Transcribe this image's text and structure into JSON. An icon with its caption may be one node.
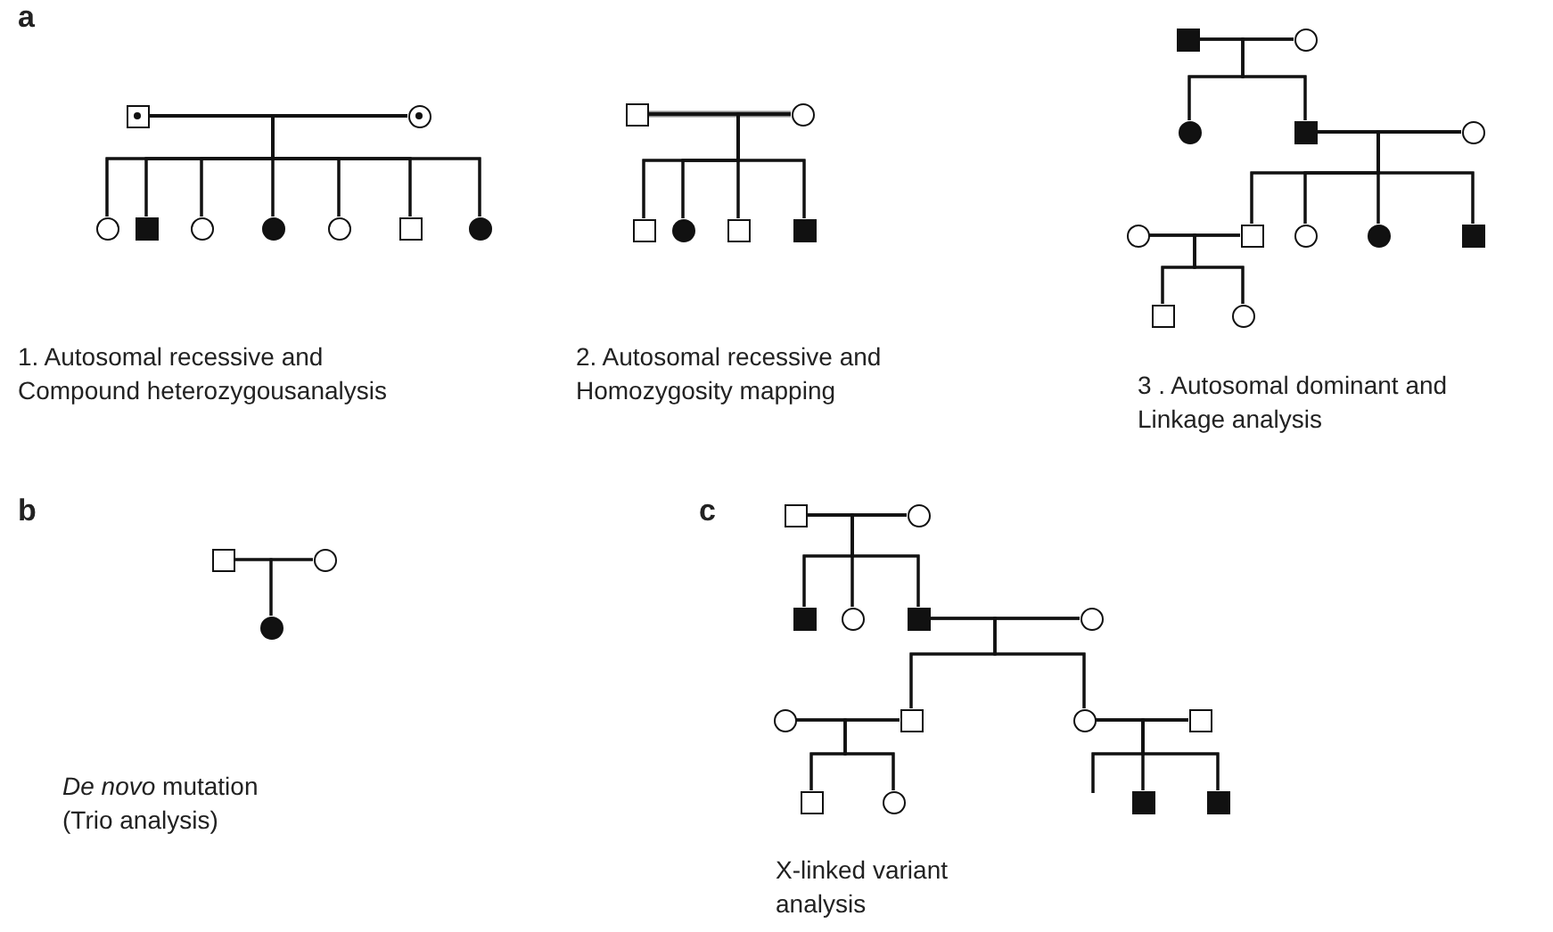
{
  "diagram": {
    "nodes": [
      {
        "text": [],
        "shape": "dotted-square"
      },
      {
        "text": [],
        "shape": "dotted-circle"
      },
      {
        "text": [],
        "shape": "circle"
      },
      {
        "text": [],
        "shape": "filled-square"
      },
      {
        "text": [],
        "shape": "circle"
      },
      {
        "text": [],
        "shape": "filled-circle"
      },
      {
        "text": [],
        "shape": "circle"
      },
      {
        "text": [],
        "shape": "square"
      },
      {
        "text": [],
        "shape": "filled-circle"
      },
      {
        "text": [],
        "shape": "square"
      },
      {
        "text": [],
        "shape": "circle"
      },
      {
        "text": [],
        "shape": "square"
      },
      {
        "text": [],
        "shape": "filled-circle"
      },
      {
        "text": [],
        "shape": "square"
      },
      {
        "text": [],
        "shape": "filled-square"
      },
      {
        "text": [],
        "shape": "filled-square"
      },
      {
        "text": [],
        "shape": "circle"
      },
      {
        "text": [],
        "shape": "filled-circle"
      },
      {
        "text": [],
        "shape": "filled-square"
      },
      {
        "text": [],
        "shape": "circle"
      },
      {
        "text": [],
        "shape": "circle"
      },
      {
        "text": [],
        "shape": "square"
      },
      {
        "text": [],
        "shape": "circle"
      },
      {
        "text": [],
        "shape": "filled-circle"
      },
      {
        "text": [],
        "shape": "filled-square"
      },
      {
        "text": [],
        "shape": "square"
      },
      {
        "text": [],
        "shape": "circle"
      },
      {
        "text": [],
        "shape": "square"
      },
      {
        "text": [],
        "shape": "circle"
      },
      {
        "text": [],
        "shape": "filled-circle"
      },
      {
        "text": [],
        "shape": "square"
      },
      {
        "text": [],
        "shape": "circle"
      },
      {
        "text": [],
        "shape": "filled-square"
      },
      {
        "text": [],
        "shape": "circle"
      },
      {
        "text": [],
        "shape": "filled-square"
      },
      {
        "text": [],
        "shape": "circle"
      },
      {
        "text": [],
        "shape": "circle"
      },
      {
        "text": [],
        "shape": "square"
      },
      {
        "text": [],
        "shape": "circle"
      },
      {
        "text": [],
        "shape": "square"
      },
      {
        "text": [],
        "shape": "square"
      },
      {
        "text": [],
        "shape": "circle"
      },
      {
        "text": [],
        "shape": "filled-square"
      },
      {
        "text": [],
        "shape": "filled-square"
      }
    ],
    "edges": [
      {
        "from": 0,
        "to": 1,
        "arrow": "none"
      },
      {
        "from": 0,
        "to": 2,
        "arrow": "none"
      },
      {
        "from": 0,
        "to": 3,
        "arrow": "none"
      },
      {
        "from": 0,
        "to": 4,
        "arrow": "none"
      },
      {
        "from": 0,
        "to": 5,
        "arrow": "none"
      },
      {
        "from": 0,
        "to": 6,
        "arrow": "none"
      },
      {
        "from": 0,
        "to": 7,
        "arrow": "none"
      },
      {
        "from": 0,
        "to": 8,
        "arrow": "none"
      },
      {
        "from": 1,
        "to": 2,
        "arrow": "none"
      },
      {
        "from": 1,
        "to": 3,
        "arrow": "none"
      },
      {
        "from": 1,
        "to": 4,
        "arrow": "none"
      },
      {
        "from": 1,
        "to": 5,
        "arrow": "none"
      },
      {
        "from": 1,
        "to": 6,
        "arrow": "none"
      },
      {
        "from": 1,
        "to": 7,
        "arrow": "none"
      },
      {
        "from": 1,
        "to": 8,
        "arrow": "none"
      },
      {
        "from": 9,
        "to": 10,
        "arrow": "none",
        "style": "thick",
        "color": "#888888"
      },
      {
        "from": 9,
        "to": 11,
        "arrow": "none"
      },
      {
        "from": 9,
        "to": 12,
        "arrow": "none"
      },
      {
        "from": 9,
        "to": 13,
        "arrow": "none"
      },
      {
        "from": 9,
        "to": 14,
        "arrow": "none"
      },
      {
        "from": 10,
        "to": 11,
        "arrow": "none"
      },
      {
        "from": 10,
        "to": 12,
        "arrow": "none"
      },
      {
        "from": 10,
        "to": 13,
        "arrow": "none"
      },
      {
        "from": 10,
        "to": 14,
        "arrow": "none"
      },
      {
        "from": 15,
        "to": 16,
        "arrow": "none"
      },
      {
        "from": 15,
        "to": 17,
        "arrow": "none"
      },
      {
        "from": 15,
        "to": 18,
        "arrow": "none"
      },
      {
        "from": 16,
        "to": 17,
        "arrow": "none"
      },
      {
        "from": 16,
        "to": 18,
        "arrow": "none"
      },
      {
        "from": 18,
        "to": 19,
        "arrow": "none"
      },
      {
        "from": 18,
        "to": 21,
        "arrow": "none"
      },
      {
        "from": 18,
        "to": 22,
        "arrow": "none"
      },
      {
        "from": 18,
        "to": 23,
        "arrow": "none"
      },
      {
        "from": 18,
        "to": 24,
        "arrow": "none"
      },
      {
        "from": 19,
        "to": 21,
        "arrow": "none"
      },
      {
        "from": 19,
        "to": 22,
        "arrow": "none"
      },
      {
        "from": 19,
        "to": 23,
        "arrow": "none"
      },
      {
        "from": 19,
        "to": 24,
        "arrow": "none"
      },
      {
        "from": 20,
        "to": 21,
        "arrow": "none"
      },
      {
        "from": 20,
        "to": 25,
        "arrow": "none"
      },
      {
        "from": 20,
        "to": 26,
        "arrow": "none"
      },
      {
        "from": 21,
        "to": 25,
        "arrow": "none"
      },
      {
        "from": 21,
        "to": 26,
        "arrow": "none"
      },
      {
        "from": 27,
        "to": 28,
        "arrow": "none"
      },
      {
        "from": 27,
        "to": 29,
        "arrow": "none"
      },
      {
        "from": 28,
        "to": 29,
        "arrow": "none"
      },
      {
        "from": 30,
        "to": 31,
        "arrow": "none"
      },
      {
        "from": 30,
        "to": 32,
        "arrow": "none"
      },
      {
        "from": 30,
        "to": 33,
        "arrow": "none"
      },
      {
        "from": 30,
        "to": 34,
        "arrow": "none"
      },
      {
        "from": 31,
        "to": 32,
        "arrow": "none"
      },
      {
        "from": 31,
        "to": 33,
        "arrow": "none"
      },
      {
        "from": 31,
        "to": 34,
        "arrow": "none"
      },
      {
        "from": 34,
        "to": 35,
        "arrow": "none"
      },
      {
        "from": 34,
        "to": 37,
        "arrow": "none"
      },
      {
        "from": 34,
        "to": 38,
        "arrow": "none"
      },
      {
        "from": 35,
        "to": 37,
        "arrow": "none"
      },
      {
        "from": 35,
        "to": 38,
        "arrow": "none"
      },
      {
        "from": 36,
        "to": 37,
        "arrow": "none"
      },
      {
        "from": 36,
        "to": 40,
        "arrow": "none"
      },
      {
        "from": 36,
        "to": 41,
        "arrow": "none"
      },
      {
        "from": 37,
        "to": 40,
        "arrow": "none"
      },
      {
        "from": 37,
        "to": 41,
        "arrow": "none"
      },
      {
        "from": 38,
        "to": 39,
        "arrow": "none"
      },
      {
        "from": 38,
        "to": 42,
        "arrow": "none"
      },
      {
        "from": 38,
        "to": 43,
        "arrow": "none"
      },
      {
        "from": 39,
        "to": 42,
        "arrow": "none"
      },
      {
        "from": 39,
        "to": 43,
        "arrow": "none"
      },
      {
        "from": 38,
        "to": null,
        "arrow": "none"
      },
      {
        "from": 39,
        "to": null,
        "arrow": "none"
      }
    ],
    "labels": [
      "a",
      "1. Autosomal recessive and Compound heterozygousanalysis",
      "2. Autosomal recessive and Homozygosity mapping",
      "3 . Autosomal dominant and Linkage analysis",
      "b",
      "c",
      "*De novo* mutation (Trio analysis)",
      "X-linked variant analysis"
    ]
  }
}
